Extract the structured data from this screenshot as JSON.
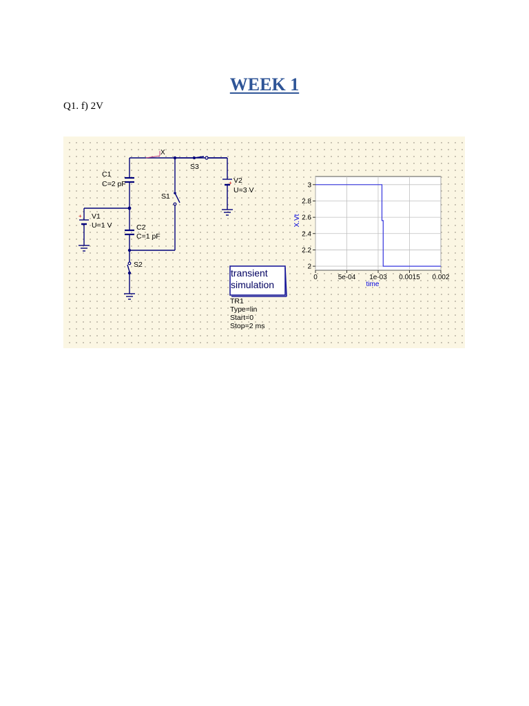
{
  "heading": "WEEK 1",
  "question": "Q1. f) 2V",
  "schematic": {
    "probe_label": "X",
    "c1_name": "C1",
    "c1_value": "C=2 pF",
    "c2_name": "C2",
    "c2_value": "C=1 pF",
    "v1_name": "V1",
    "v1_value": "U=1 V",
    "v2_name": "V2",
    "v2_value": "U=3 V",
    "s1_name": "S1",
    "s2_name": "S2",
    "s3_name": "S3",
    "sim_title_line1": "transient",
    "sim_title_line2": "simulation",
    "sim_name": "TR1",
    "sim_type": "Type=lin",
    "sim_start": "Start=0",
    "sim_stop": "Stop=2 ms"
  },
  "chart_data": {
    "type": "line",
    "xlabel": "time",
    "ylabel": "X.Vt",
    "xlim": [
      0,
      0.002
    ],
    "ylim": [
      1.95,
      3.1
    ],
    "x_ticks": [
      {
        "value": 0,
        "label": "0"
      },
      {
        "value": 0.0005,
        "label": "5e-04"
      },
      {
        "value": 0.001,
        "label": "1e-03"
      },
      {
        "value": 0.0015,
        "label": "0.0015"
      },
      {
        "value": 0.002,
        "label": "0.002"
      }
    ],
    "y_ticks": [
      {
        "value": 2,
        "label": "2"
      },
      {
        "value": 2.2,
        "label": "2.2"
      },
      {
        "value": 2.4,
        "label": "2.4"
      },
      {
        "value": 2.6,
        "label": "2.6"
      },
      {
        "value": 2.8,
        "label": "2.8"
      },
      {
        "value": 3,
        "label": "3"
      }
    ],
    "grid": true,
    "series": [
      {
        "x": [
          0,
          0.00106,
          0.00106,
          0.00108,
          0.00108,
          0.002
        ],
        "y": [
          3,
          3,
          2.56,
          2.56,
          2,
          2
        ]
      }
    ],
    "colors": {
      "series": "#3333dd",
      "grid": "#bfbfbf",
      "frame": "#555555"
    }
  }
}
